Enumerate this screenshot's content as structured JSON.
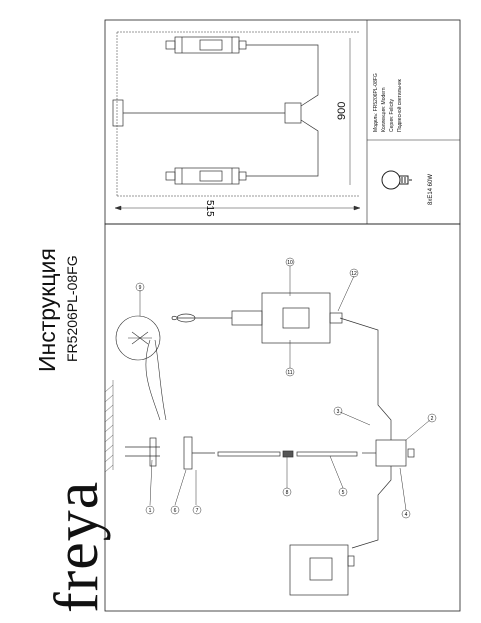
{
  "header": {
    "brand": "freya",
    "title": "Инструкция",
    "model": "FR5206PL-08FG"
  },
  "drawing": {
    "dim_width": "515",
    "dim_height": "900"
  },
  "spec_card": {
    "model_line": "Модель:  FR5206PL-08FG",
    "collection_line": "Коллекция: Modern",
    "series_line": "Серия:  Felicity",
    "type_line": "Подвесной светильник",
    "bulb": "8xE14 60W"
  },
  "callouts": [
    "1",
    "2",
    "3",
    "4",
    "5",
    "6",
    "7",
    "8",
    "9",
    "10",
    "11",
    "12"
  ]
}
